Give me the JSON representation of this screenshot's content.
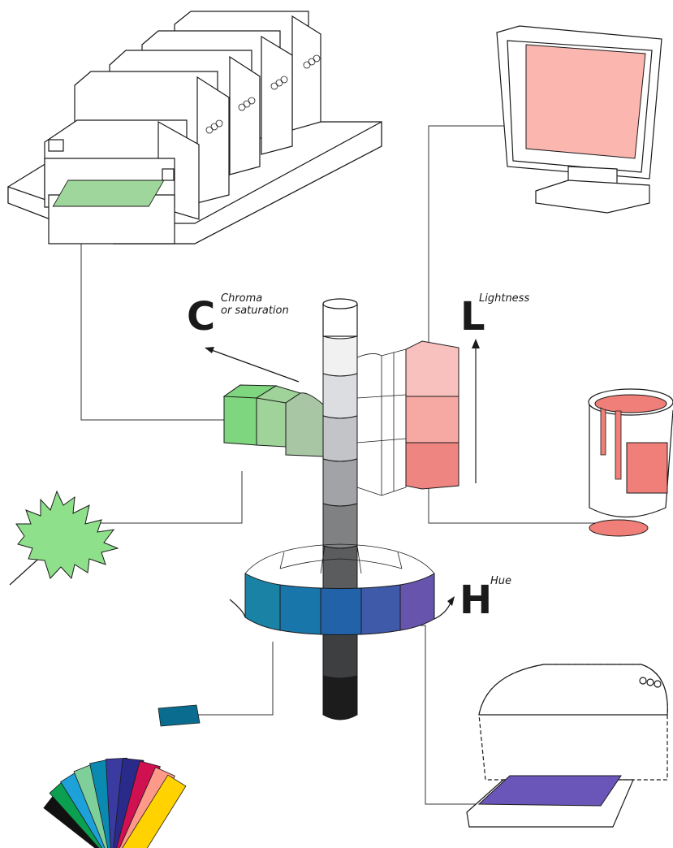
{
  "axes": {
    "chroma": {
      "letter": "C",
      "label_line1": "Chroma",
      "label_line2": "or saturation"
    },
    "lightness": {
      "letter": "L",
      "label": "Lightness"
    },
    "hue": {
      "letter": "H",
      "label": "Hue"
    }
  },
  "colors": {
    "gray_scale": [
      "#f1f1f1",
      "#dcdde0",
      "#c3c4c7",
      "#a2a3a7",
      "#7f8183",
      "#5a5c5e",
      "#3e3f41",
      "#1c1c1c"
    ],
    "green_blocks": [
      "#7ed67e",
      "#9fd39a",
      "#a8c6a4"
    ],
    "red_blocks": [
      "#f9c1bd",
      "#f6a8a2",
      "#ef8580"
    ],
    "hue_ring": [
      "#1a82a5",
      "#1976ab",
      "#2162a8",
      "#3f5aa9",
      "#6654ad"
    ],
    "printer_paper": "#9fd69b",
    "monitor_screen": "#fbb6b0",
    "paint": "#ef7f78",
    "leaf": "#8fe08a",
    "inkjet_paper": "#6a55b8",
    "fan_deck": [
      "#111111",
      "#0aa050",
      "#1ea0d8",
      "#7fcf9a",
      "#0a8ab0",
      "#3a3aa0",
      "#2a2a8a",
      "#d01050",
      "#ff9a8a",
      "#ffd200"
    ]
  }
}
